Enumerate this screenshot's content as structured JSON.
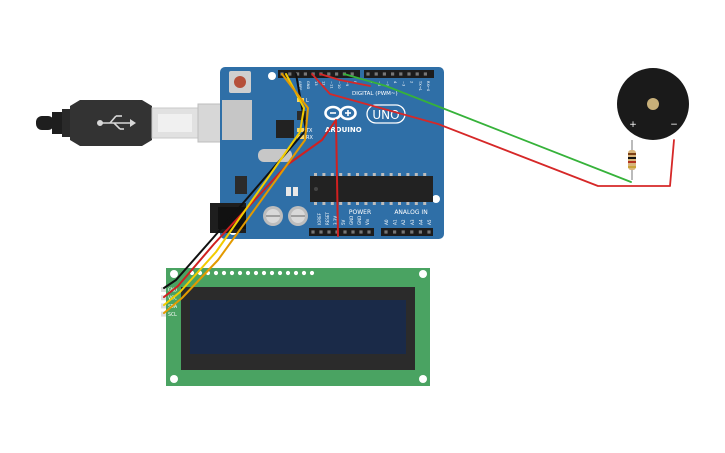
{
  "arduino": {
    "brand": "ARDUINO",
    "model": "UNO",
    "digital_label": "DIGITAL (PWM~)",
    "power_label": "POWER",
    "analog_label": "ANALOG IN",
    "power_pins": [
      "IOREF",
      "RESET",
      "3.3V",
      "5V",
      "GND",
      "GND",
      "Vin"
    ],
    "analog_pins": [
      "A0",
      "A1",
      "A2",
      "A3",
      "A4",
      "A5"
    ],
    "top_pins": [
      "AREF",
      "GND",
      "13",
      "12",
      "~11",
      "~10",
      "~9",
      "8",
      "7",
      "~6",
      "~5",
      "4",
      "~3",
      "2",
      "TX→1",
      "RX←0"
    ],
    "led_labels": [
      "L",
      "TX",
      "RX"
    ],
    "icon": "arduino-infinity-logo"
  },
  "lcd": {
    "pins": [
      "GND",
      "VCC",
      "SDA",
      "SCL"
    ]
  },
  "buzzer": {
    "plus": "+",
    "minus": "−"
  },
  "wires": {
    "colors": {
      "gnd": "#111111",
      "vcc": "#d02020",
      "sda": "#f2cc00",
      "scl": "#e39a00",
      "signal": "#36b23a",
      "power": "#d62828"
    }
  },
  "colors": {
    "board": "#2f6fa7",
    "lcd_pcb": "#4aa362",
    "lcd_screen": "#1a2a48"
  }
}
